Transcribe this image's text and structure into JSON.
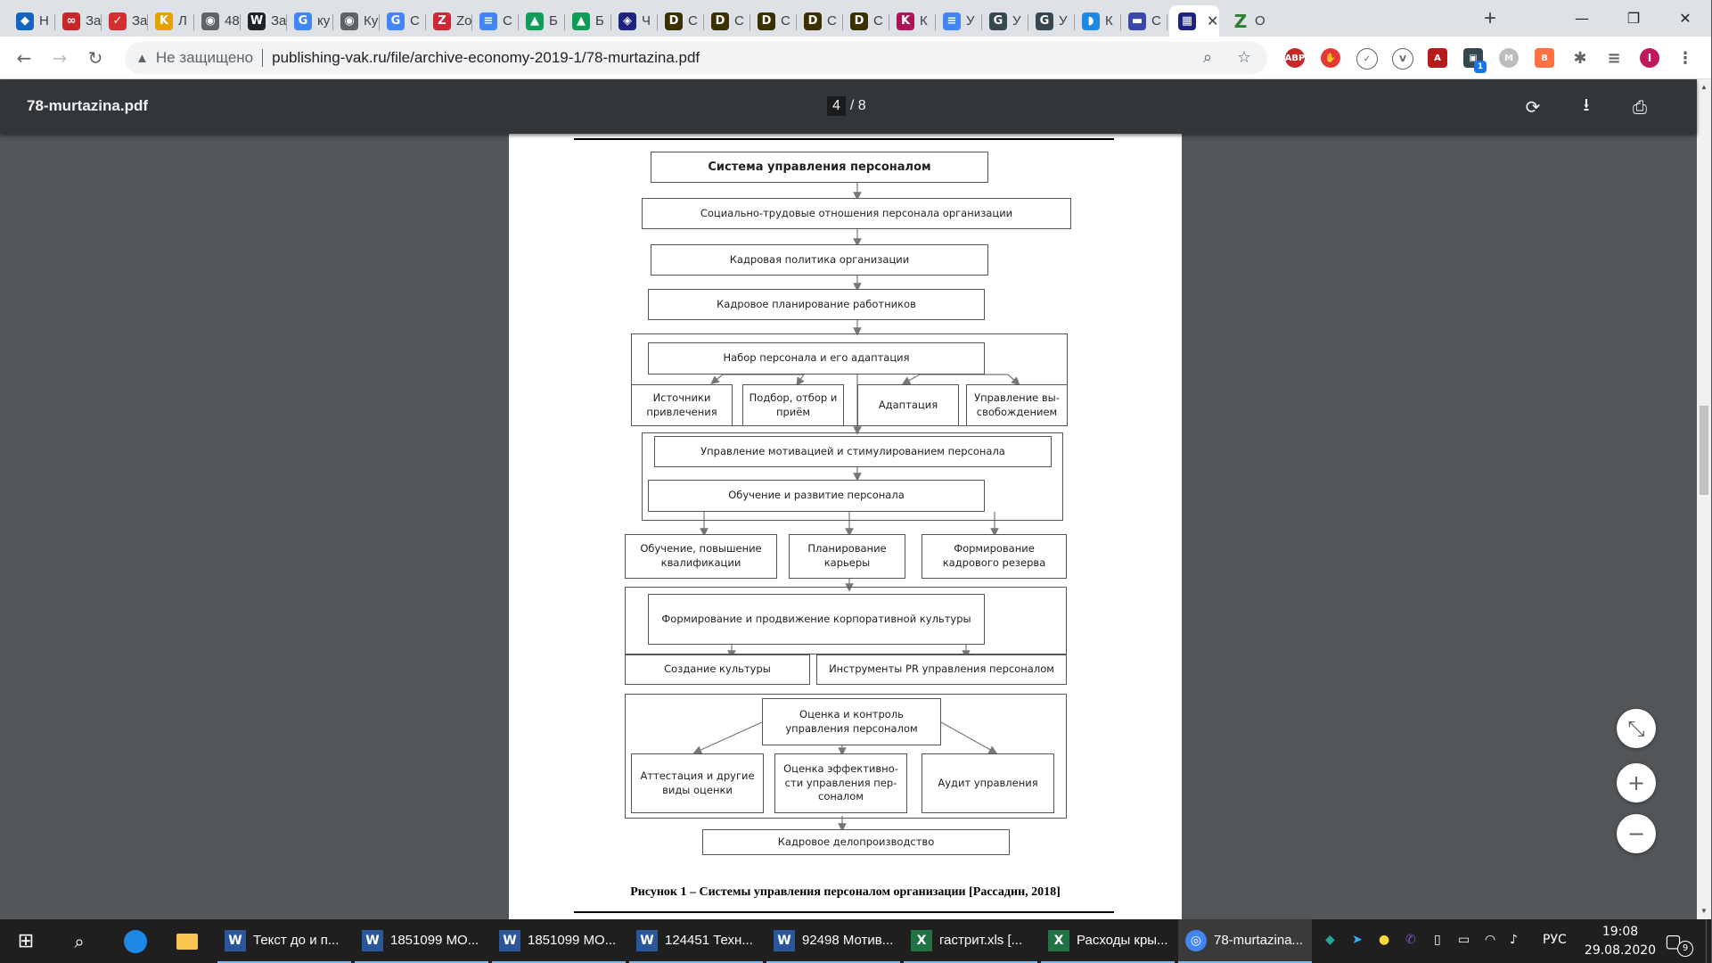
{
  "browser": {
    "tabs": [
      {
        "title": "Н",
        "icon": "diamond-icon",
        "color": "#1565c0"
      },
      {
        "title": "За",
        "icon": "glasses-icon",
        "color": "#c62828"
      },
      {
        "title": "За",
        "icon": "checkmark-icon",
        "color": "#d32f2f"
      },
      {
        "title": "Л",
        "icon": "k-letter-icon",
        "color": "#e6a100"
      },
      {
        "title": "48",
        "icon": "globe-icon",
        "color": "#5f6368"
      },
      {
        "title": "За",
        "icon": "w-letter-icon",
        "color": "#202124"
      },
      {
        "title": "ку",
        "icon": "google-icon",
        "color": "#4285f4"
      },
      {
        "title": "Ку",
        "icon": "globe-icon",
        "color": "#5f6368"
      },
      {
        "title": "С",
        "icon": "google-icon",
        "color": "#4285f4"
      },
      {
        "title": "Zo",
        "icon": "zotero-icon",
        "color": "#cc2936"
      },
      {
        "title": "С",
        "icon": "docs-icon",
        "color": "#4285f4"
      },
      {
        "title": "Б",
        "icon": "drive-icon",
        "color": "#0f9d58"
      },
      {
        "title": "Б",
        "icon": "drive-icon",
        "color": "#0f9d58"
      },
      {
        "title": "Ч",
        "icon": "shield-icon",
        "color": "#1a237e"
      },
      {
        "title": "С",
        "icon": "d-letter-icon",
        "color": "#3a3000"
      },
      {
        "title": "С",
        "icon": "d-letter-icon",
        "color": "#3a3000"
      },
      {
        "title": "С",
        "icon": "d-letter-icon",
        "color": "#3a3000"
      },
      {
        "title": "С",
        "icon": "d-letter-icon",
        "color": "#3a3000"
      },
      {
        "title": "С",
        "icon": "d-letter-icon",
        "color": "#3a3000"
      },
      {
        "title": "К",
        "icon": "k-letter-icon",
        "color": "#ad1457"
      },
      {
        "title": "У",
        "icon": "docs-icon",
        "color": "#4285f4"
      },
      {
        "title": "У",
        "icon": "gc-icon",
        "color": "#37474f"
      },
      {
        "title": "У",
        "icon": "gc-icon",
        "color": "#37474f"
      },
      {
        "title": "К",
        "icon": "bookmark-icon",
        "color": "#1e88e5"
      },
      {
        "title": "С",
        "icon": "flag-icon",
        "color": "#3949ab"
      }
    ],
    "active_tab": {
      "title": "",
      "icon": "pdf-icon",
      "color": "#1a237e"
    },
    "last_tab": {
      "title": "О",
      "icon": "z-letter-icon",
      "color": "#2e7d32"
    },
    "security_label": "Не защищено",
    "url": "publishing-vak.ru/file/archive-economy-2019-1/78-murtazina.pdf",
    "profile_letter": "I",
    "ext_badge": "1"
  },
  "pdf": {
    "filename": "78-murtazina.pdf",
    "page_current": "4",
    "page_total": "/ 8"
  },
  "figure": {
    "title": "Система управления персоналом",
    "level1": "Социально-трудовые отношения персонала организации",
    "level2": "Кадровая политика организации",
    "level3": "Кадровое планирование работников",
    "recruit_head": "Набор персонала и его адаптация",
    "recruit_items": [
      "Источники привлечения",
      "Подбор, отбор и приём",
      "Адаптация",
      "Управление вы-свобождением"
    ],
    "motivation": "Управление мотивацией и стимулированием персонала",
    "training": "Обучение и развитие персонала",
    "training_items": [
      "Обучение, повышение квалификации",
      "Планирование карьеры",
      "Формирование кадрового резерва"
    ],
    "culture_head": "Формирование и продвижение корпоративной культуры",
    "culture_items": [
      "Создание культуры",
      "Инструменты PR управления персоналом"
    ],
    "eval_head": "Оценка и контроль управления персоналом",
    "eval_items": [
      "Аттестация и другие виды оценки",
      "Оценка эффективно-сти управления пер-соналом",
      "Аудит управления"
    ],
    "records": "Кадровое делопроизводство",
    "caption": "Рисунок 1 – Системы управления персоналом организации  [Рассадин, 2018]"
  },
  "taskbar": {
    "apps": [
      {
        "label": "Текст до и п...",
        "icon": "word-icon",
        "color": "#2b579a"
      },
      {
        "label": "1851099 МО...",
        "icon": "word-icon",
        "color": "#2b579a"
      },
      {
        "label": "1851099 МО...",
        "icon": "word-icon",
        "color": "#2b579a"
      },
      {
        "label": "124451 Техн...",
        "icon": "word-icon",
        "color": "#2b579a"
      },
      {
        "label": "92498 Мотив...",
        "icon": "word-icon",
        "color": "#2b579a"
      },
      {
        "label": "гастрит.xls  [...",
        "icon": "excel-icon",
        "color": "#217346"
      },
      {
        "label": "Расходы кры...",
        "icon": "excel-icon",
        "color": "#217346"
      },
      {
        "label": "78-murtazina...",
        "icon": "chrome-icon",
        "color": "#4285f4"
      }
    ],
    "lang": "РУС",
    "time": "19:08",
    "date": "29.08.2020",
    "notif_count": "9"
  }
}
